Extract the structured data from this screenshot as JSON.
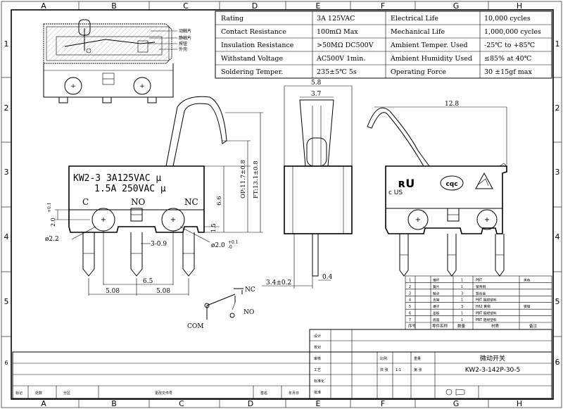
{
  "grid": {
    "columns": [
      "A",
      "B",
      "C",
      "D",
      "E",
      "F",
      "G",
      "H"
    ],
    "rows": [
      "1",
      "2",
      "3",
      "4",
      "5",
      "6"
    ]
  },
  "spec_table": [
    {
      "k1": "Rating",
      "v1": "3A  125VAC",
      "k2": "Electrical Life",
      "v2": "10,000 cycles"
    },
    {
      "k1": "Contact Resistance",
      "v1": "100mΩ  Max",
      "k2": "Mechanical Life",
      "v2": "1,000,000 cycles"
    },
    {
      "k1": "Insulation Resistance",
      "v1": ">50MΩ  DC500V",
      "k2": "Ambient Temper. Used",
      "v2": "-25℃ to +85℃"
    },
    {
      "k1": "Withstand Voltage",
      "v1": "AC500V  1min.",
      "k2": "Ambient Humidity Used",
      "v2": "≤85% at 40℃"
    },
    {
      "k1": "Soldering Temper.",
      "v1": "235±5℃ 5s",
      "k2": "Operating Force",
      "v2": "30 ±15gf max"
    }
  ],
  "section_callouts": [
    "动触片",
    "静触片",
    "按钮",
    "外壳"
  ],
  "front_view": {
    "model_line1": "KW2-3  3A125VAC  μ",
    "model_line2": "1.5A  250VAC  μ",
    "terminals": [
      "C",
      "NO",
      "NC"
    ],
    "dims": {
      "hole_dia": "ø2.2",
      "hole_dia2": "ø2.0",
      "hole_tol": "+0.1",
      "hole_tol2": "-0",
      "pitch_a": "5.08",
      "pitch_b": "5.08",
      "span": "6.5",
      "pin_w": "3-0.9",
      "height_total": "FT:13.1±0.8",
      "height_op": "OP:11.7±0.8",
      "body_h": "6.6",
      "pin_h": "1.5",
      "hole_pos": "2.0",
      "hole_tol_small": "+0.1"
    }
  },
  "side_view": {
    "w_outer": "5.8",
    "w_inner": "3.7",
    "pin_gap": "3.4±0.2",
    "pin_t": "0.4"
  },
  "back_view": {
    "length": "12.8",
    "cert_ul": "c  US",
    "cert_cqc": "cqc"
  },
  "schematic": {
    "labels": [
      "NC",
      "NO",
      "COM"
    ]
  },
  "bom": {
    "rows": [
      {
        "no": "1",
        "part": "推杆",
        "qty": "1",
        "mat": "PBT",
        "note": "黑色"
      },
      {
        "no": "2",
        "part": "簧片",
        "qty": "1",
        "mat": "铍青铜",
        "note": ""
      },
      {
        "no": "3",
        "part": "触点",
        "qty": "3",
        "mat": "银合金",
        "note": ""
      },
      {
        "no": "4",
        "part": "支架",
        "qty": "1",
        "mat": "PBT 阻燃塑料",
        "note": ""
      },
      {
        "no": "5",
        "part": "端子",
        "qty": "3",
        "mat": "H62 黄铜",
        "note": "镀镍"
      },
      {
        "no": "6",
        "part": "盖板",
        "qty": "1",
        "mat": "PBT 阻燃塑料",
        "note": ""
      },
      {
        "no": "7",
        "part": "底座",
        "qty": "1",
        "mat": "PBT 阻燃塑料",
        "note": ""
      }
    ],
    "header": {
      "no": "序号",
      "part": "零件名称",
      "qty": "数量",
      "mat": "材质",
      "note": "备注"
    }
  },
  "title_block": {
    "product_name": "微动开关",
    "part_number": "KW2-3-142P-30-5",
    "cells": [
      "设计",
      "校对",
      "审核",
      "工艺",
      "标准化",
      "批准",
      "比例",
      "重量",
      "共 张",
      "第 张"
    ],
    "scale": "1:1",
    "revision_cols": [
      "标记",
      "处数",
      "分区",
      "更改文件号",
      "签名",
      "年月日"
    ]
  }
}
